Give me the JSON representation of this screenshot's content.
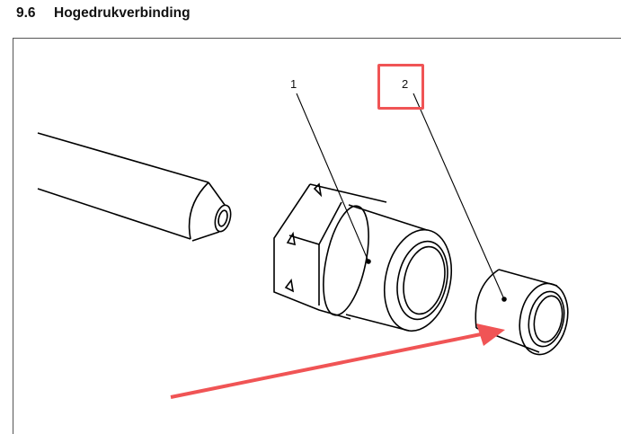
{
  "section": {
    "number": "9.6",
    "title": "Hogedrukverbinding"
  },
  "figure": {
    "callouts": [
      {
        "label": "1"
      },
      {
        "label": "2"
      }
    ],
    "highlight_color": "#f05455",
    "arrow_color": "#f05455"
  }
}
